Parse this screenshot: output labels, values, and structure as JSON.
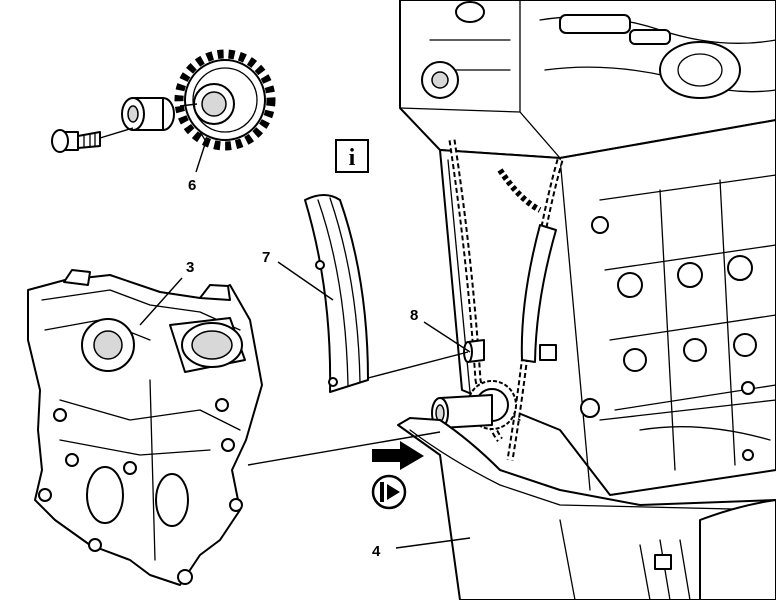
{
  "callouts": {
    "part_3": "3",
    "part_4": "4",
    "part_6": "6",
    "part_7": "7",
    "part_8": "8"
  },
  "symbols": {
    "info": "i",
    "info_icon": "info-box-icon",
    "note_icon": "circled-arrow-note-icon",
    "direction_arrow": "direction-arrow-icon"
  }
}
